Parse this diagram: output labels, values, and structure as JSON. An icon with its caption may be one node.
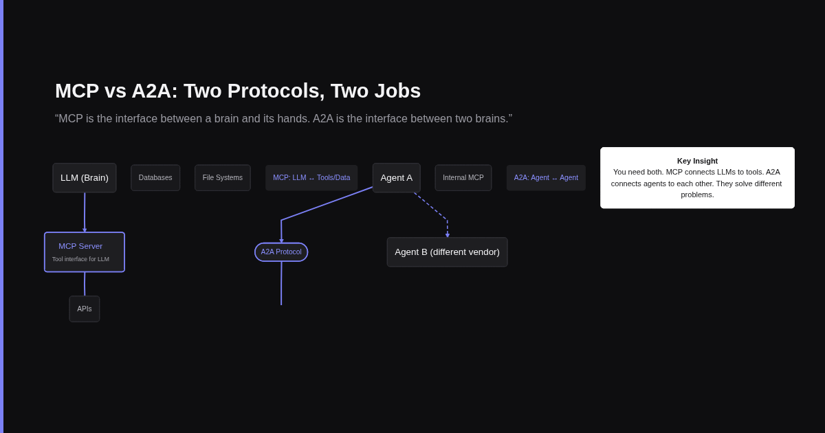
{
  "diagram": {
    "title": "MCP vs A2A: Two Protocols, Two Jobs",
    "nodes": [
      {
        "text": [
          "LLM (Brain)"
        ]
      },
      {
        "text": [
          "MCP Server",
          "Tool interface for LLM"
        ]
      },
      {
        "text": [
          "Databases"
        ]
      },
      {
        "text": [
          "APIs"
        ]
      },
      {
        "text": [
          "File Systems"
        ]
      },
      {
        "text": [
          "MCP: LLM ↔ Tools/Data"
        ]
      },
      {
        "text": [
          "Agent A"
        ]
      },
      {
        "text": [
          "A2A Protocol"
        ]
      },
      {
        "text": [
          "Agent B (different vendor)"
        ]
      },
      {
        "text": [
          "Internal MCP"
        ]
      },
      {
        "text": [
          "A2A: Agent ↔ Agent"
        ]
      },
      {
        "text": [
          "Key Insight",
          "You need both. MCP connects LLMs to tools. A2A connects agents to each other. They solve different problems."
        ]
      }
    ],
    "edges": [
      {
        "from": 0,
        "to": 1,
        "arrow": "to"
      },
      {
        "from": 1,
        "to": 3,
        "arrow": "none"
      },
      {
        "from": 6,
        "to": 7,
        "arrow": "to"
      },
      {
        "from": 7,
        "to": null,
        "arrow": "none"
      },
      {
        "from": 6,
        "to": 8,
        "arrow": "to",
        "style": "dashed"
      }
    ],
    "labels": [
      "“MCP is the interface between a brain and its hands. A2A is the interface between two brains.”"
    ]
  }
}
